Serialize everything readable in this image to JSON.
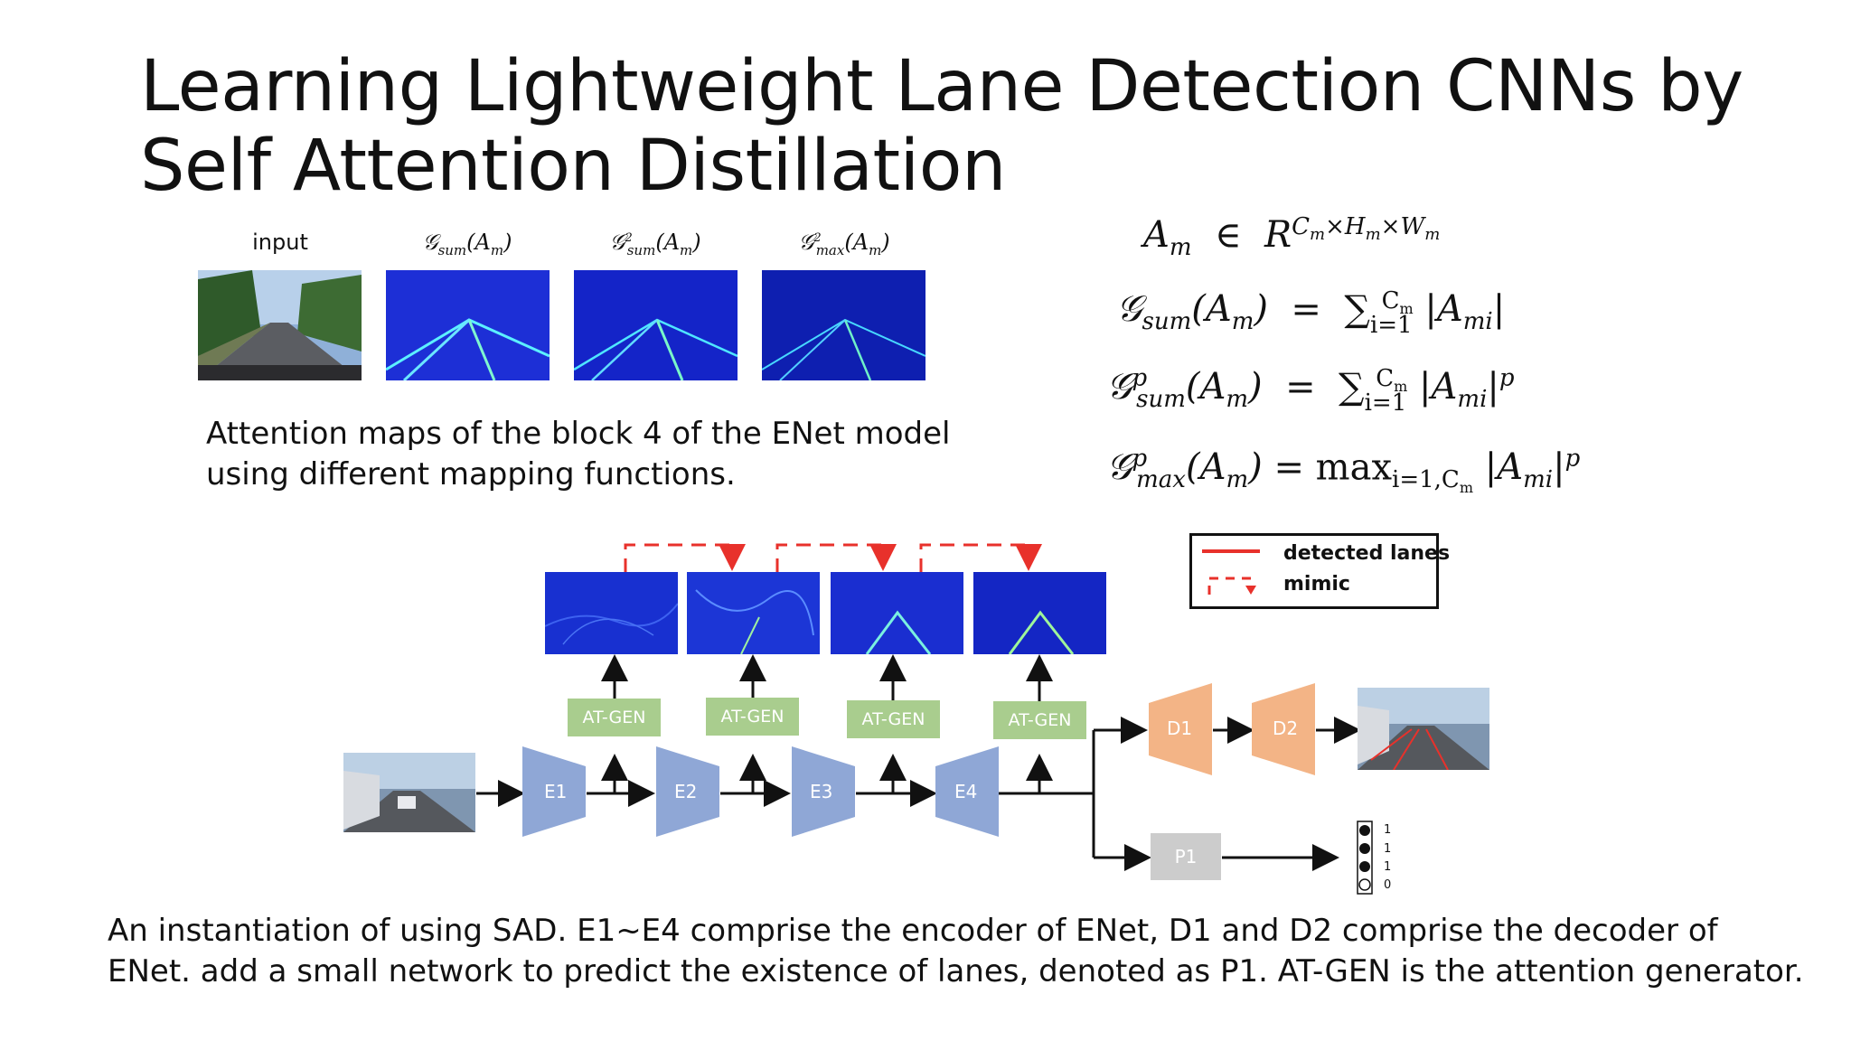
{
  "slide": {
    "title_line1": "Learning Lightweight Lane Detection CNNs by",
    "title_line2": "Self Attention Distillation"
  },
  "top_figure": {
    "labels": [
      "input",
      "Gsum(Am)",
      "G2sum(Am)",
      "G2max(Am)"
    ],
    "caption_line1": "Attention maps of the block 4 of the ENet model",
    "caption_line2": "using different mapping functions."
  },
  "formulas": {
    "f1": "Am ∈ R^(Cm×Hm×Wm)",
    "f2": "Gsum(Am) = Σ_{i=1}^{Cm} |Ami|",
    "f3": "Gp_sum(Am) = Σ_{i=1}^{Cm} |Ami|^p",
    "f4": "Gp_max(Am) = max_{i=1,Cm} |Ami|^p"
  },
  "legend": {
    "detected": "detected lanes",
    "mimic": "mimic"
  },
  "diagram": {
    "encoders": [
      "E1",
      "E2",
      "E3",
      "E4"
    ],
    "at_gen": "AT-GEN",
    "decoders": [
      "D1",
      "D2"
    ],
    "predictor": "P1",
    "existence": [
      "1",
      "1",
      "1",
      "0"
    ],
    "colors": {
      "encoder": "#8fa7d6",
      "decoder": "#f3b486",
      "at_gen": "#a9cd8e",
      "predictor": "#cccccc",
      "mimic": "#e8312b"
    }
  },
  "bottom_caption": {
    "line1": "An instantiation of using SAD. E1~E4 comprise the encoder of ENet, D1 and D2 comprise the decoder of",
    "line2": "ENet. add a small network to predict the existence of lanes, denoted as P1. AT-GEN is the attention generator."
  }
}
